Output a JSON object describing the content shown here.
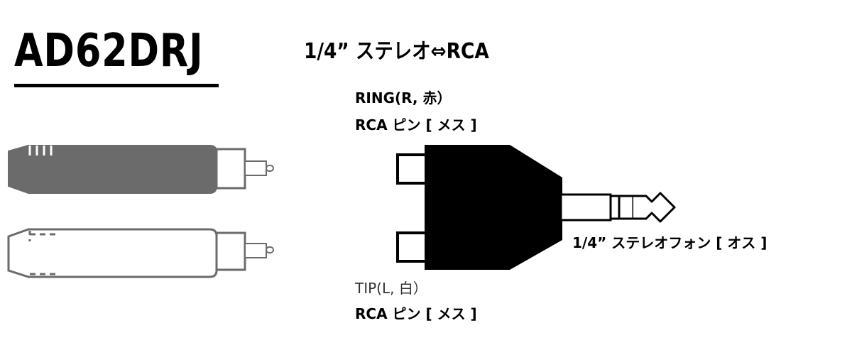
{
  "product": {
    "model": "AD62DRJ",
    "subtitle": "1/4” ステレオ⇔RCA"
  },
  "labels": {
    "ring_line1": "RING(R, 赤）",
    "ring_line2": "RCA ピン [ メス ]",
    "tip_line1": "TIP(L, 白）",
    "tip_line2": "RCA ピン [ メス ]",
    "phone": "1/4” ステレオフォン [ オス ]"
  },
  "colors": {
    "red_plug_fill": "#6b6b6b",
    "white_plug_fill": "#ffffff",
    "adapter_body": "#000000"
  },
  "icons": {
    "red_plug": "rca-plug-grey-icon",
    "white_plug": "rca-plug-white-icon",
    "adapter": "y-adapter-icon"
  }
}
